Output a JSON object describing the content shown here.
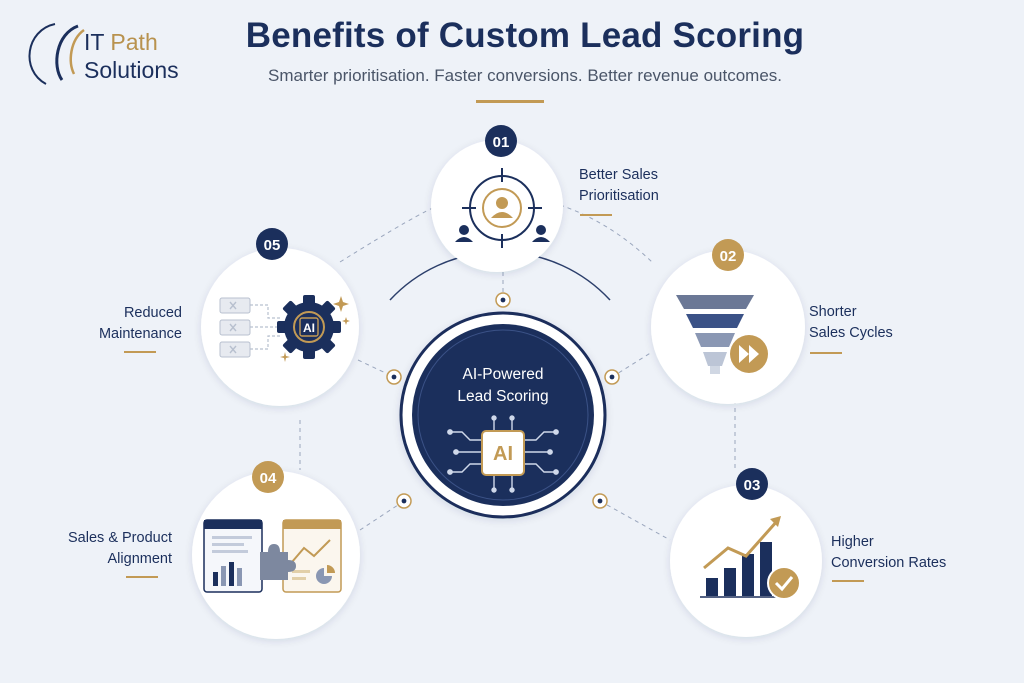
{
  "brand": {
    "line1_a": "IT",
    "line1_b": "Path",
    "line2": "Solutions",
    "colors": {
      "navy": "#1b2f5c",
      "gold": "#c29a55",
      "background": "#eef2f8"
    }
  },
  "header": {
    "title": "Benefits of Custom Lead Scoring",
    "subtitle": "Smarter prioritisation. Faster conversions. Better revenue outcomes."
  },
  "hub": {
    "line1": "AI-Powered",
    "line2": "Lead Scoring",
    "chip_label": "AI"
  },
  "benefits": [
    {
      "number": "01",
      "line1": "Better Sales",
      "line2": "Prioritisation",
      "icon": "target-user-icon"
    },
    {
      "number": "02",
      "line1": "Shorter",
      "line2": "Sales Cycles",
      "icon": "funnel-icon"
    },
    {
      "number": "03",
      "line1": "Higher",
      "line2": "Conversion Rates",
      "icon": "growth-chart-icon"
    },
    {
      "number": "04",
      "line1": "Sales & Product",
      "line2": "Alignment",
      "icon": "dashboard-puzzle-icon"
    },
    {
      "number": "05",
      "line1": "Reduced",
      "line2": "Maintenance",
      "icon": "ai-gear-icon",
      "gear_label": "AI"
    }
  ]
}
